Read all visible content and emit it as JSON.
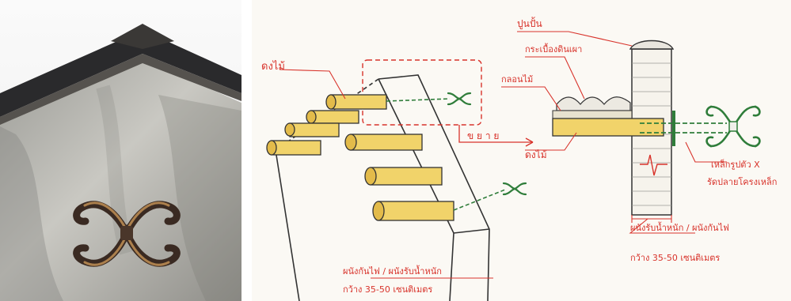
{
  "colors": {
    "annotation_red": "#d8332b",
    "timber_yellow": "#f1d36a",
    "iron_green": "#2f7d3a",
    "wall_gray": "#8a8a86",
    "paper": "#fbf9f4"
  },
  "labels": {
    "timber_beam": "ดงไม้",
    "expand": "ข ย า ย",
    "plaster": "ปูนปั้น",
    "tile": "กระเบื้องดินเผา",
    "roof_frame": "กลอนไม้",
    "iron_x_top": "เหล็กรูปตัว X",
    "iron_x_bottom": "รัดปลายโครงเหล็ก",
    "firewall_left_1": "ผนังกันไฟ / ผนังรับน้ำหนัก",
    "firewall_left_2": "กว้าง 35-50 เซนติเมตร",
    "wall_right_1": "ผนังรับน้ำหนัก / ผนังกันไฟ",
    "wall_right_2": "กว้าง 35-50 เซนติเมตร"
  }
}
